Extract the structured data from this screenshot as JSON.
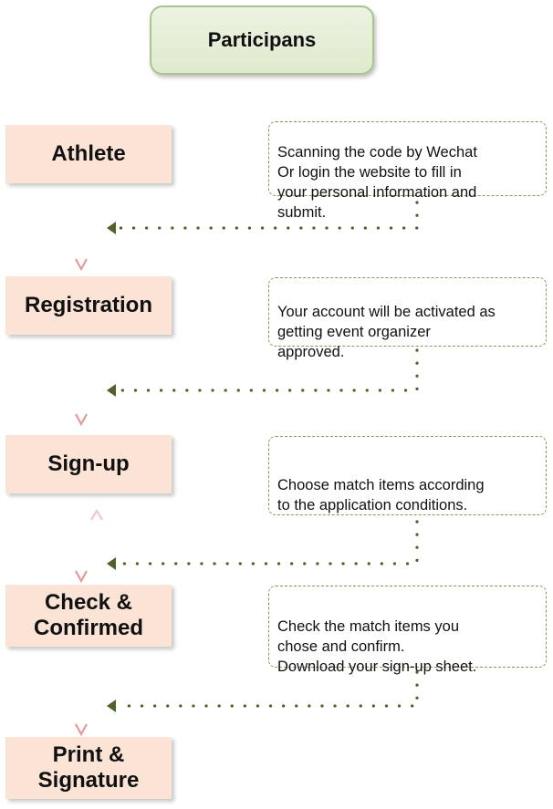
{
  "title": "Participans",
  "steps": [
    {
      "label": "Athlete"
    },
    {
      "label": "Registration"
    },
    {
      "label": "Sign-up"
    },
    {
      "label": "Check &\nConfirmed"
    },
    {
      "label": "Print &\nSignature"
    }
  ],
  "notes": [
    {
      "text": "Scanning the code by Wechat\nOr login the website to fill in\nyour personal information and\nsubmit."
    },
    {
      "text": "Your account will be activated  as\ngetting event organizer\napproved."
    },
    {
      "text": "Choose match items according\nto the application conditions."
    },
    {
      "text": "Check the match items you\nchose and confirm.\nDownload your sign-up sheet."
    }
  ],
  "colors": {
    "step_fill": "#fbe3d6",
    "title_fill": "#e3edd5",
    "flow_arrow": "#e8a6a6",
    "dotted_arrow": "#4f6228"
  }
}
